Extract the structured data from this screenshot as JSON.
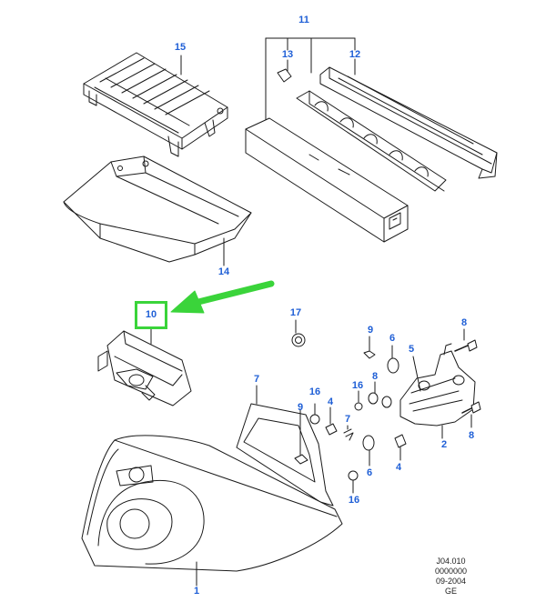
{
  "callouts": {
    "c1": "1",
    "c2": "2",
    "c4a": "4",
    "c4b": "4",
    "c5": "5",
    "c6a": "6",
    "c6b": "6",
    "c7": "7",
    "c8a": "8",
    "c8b": "8",
    "c9a": "9",
    "c9b": "9",
    "c10": "10",
    "c11": "11",
    "c12": "12",
    "c13": "13",
    "c14": "14",
    "c15": "15",
    "c16a": "16",
    "c16b": "16",
    "c16c": "16",
    "c17": "17"
  },
  "reference": {
    "code": "J04.010",
    "number": "0000000",
    "date": "09-2004",
    "region": "GE"
  },
  "colors": {
    "callout": "#1f5fd6",
    "highlight": "#3ad43a",
    "line": "#1a1a1a"
  }
}
